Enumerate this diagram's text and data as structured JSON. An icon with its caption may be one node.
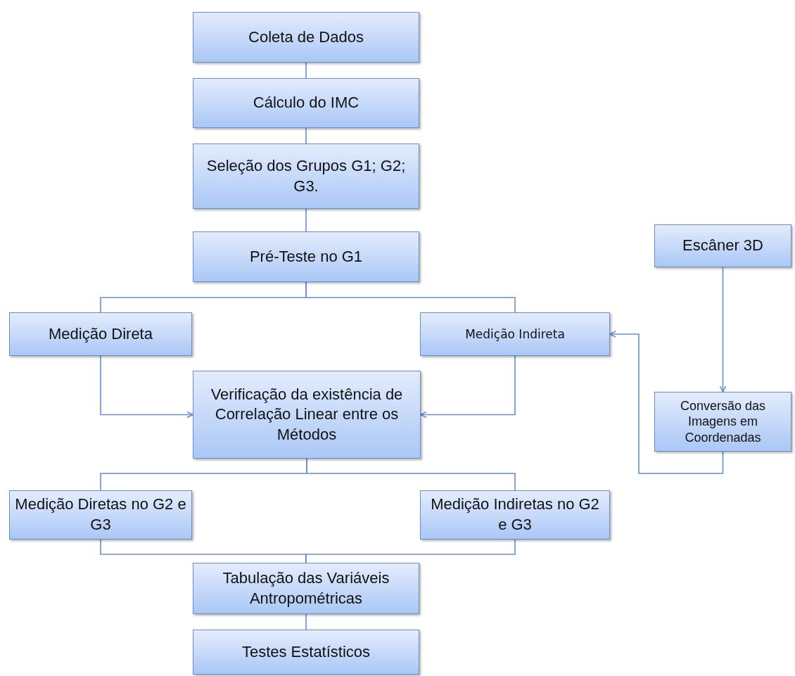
{
  "diagram": {
    "nodes": [
      {
        "text": [
          "Coleta de Dados"
        ]
      },
      {
        "text": [
          "Cálculo do IMC"
        ]
      },
      {
        "text": [
          "Seleção dos Grupos G1; G2; G3."
        ]
      },
      {
        "text": [
          "Pré-Teste no G1"
        ]
      },
      {
        "text": [
          "Medição Direta"
        ]
      },
      {
        "text": [
          "Medição Indireta"
        ]
      },
      {
        "text": [
          "Verificação da existência de Correlação Linear entre os Métodos"
        ]
      },
      {
        "text": [
          "Escâner 3D"
        ]
      },
      {
        "text": [
          "Conversão das Imagens em Coordenadas"
        ]
      },
      {
        "text": [
          "Medição Diretas no G2 e G3"
        ]
      },
      {
        "text": [
          "Medição Indiretas no G2 e G3"
        ]
      },
      {
        "text": [
          "Tabulação das Variáveis Antropométricas"
        ]
      },
      {
        "text": [
          "Testes Estatísticos"
        ]
      }
    ],
    "edges": [
      {
        "from": 0,
        "to": 1,
        "arrow": "none"
      },
      {
        "from": 1,
        "to": 2,
        "arrow": "none"
      },
      {
        "from": 2,
        "to": 3,
        "arrow": "none"
      },
      {
        "from": 3,
        "to": 4,
        "arrow": "none"
      },
      {
        "from": 3,
        "to": 5,
        "arrow": "none"
      },
      {
        "from": 4,
        "to": 6,
        "arrow": "to"
      },
      {
        "from": 5,
        "to": 6,
        "arrow": "to"
      },
      {
        "from": 7,
        "to": 8,
        "arrow": "to"
      },
      {
        "from": 8,
        "to": 5,
        "arrow": "to"
      },
      {
        "from": 6,
        "to": 9,
        "arrow": "none"
      },
      {
        "from": 6,
        "to": 10,
        "arrow": "none"
      },
      {
        "from": 9,
        "to": 11,
        "arrow": "none"
      },
      {
        "from": 10,
        "to": 11,
        "arrow": "none"
      },
      {
        "from": 11,
        "to": 12,
        "arrow": "none"
      }
    ]
  }
}
